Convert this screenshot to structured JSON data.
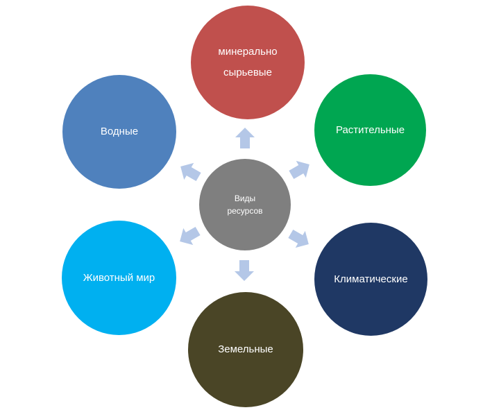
{
  "center": {
    "label": "Виды\nресурсов",
    "color": "#7f7f7f"
  },
  "nodes": [
    {
      "id": "mineral",
      "label": "минерально\nсырьевые",
      "color": "#c0504d"
    },
    {
      "id": "plant",
      "label": "Растительные",
      "color": "#00a651"
    },
    {
      "id": "climate",
      "label": "Климатические",
      "color": "#1f3864"
    },
    {
      "id": "land",
      "label": "Земельные",
      "color": "#4a4526"
    },
    {
      "id": "animal",
      "label": "Животный мир",
      "color": "#00b0f0"
    },
    {
      "id": "water",
      "label": "Водные",
      "color": "#4f81bd"
    }
  ],
  "arrow_color": "#b4c7e7"
}
